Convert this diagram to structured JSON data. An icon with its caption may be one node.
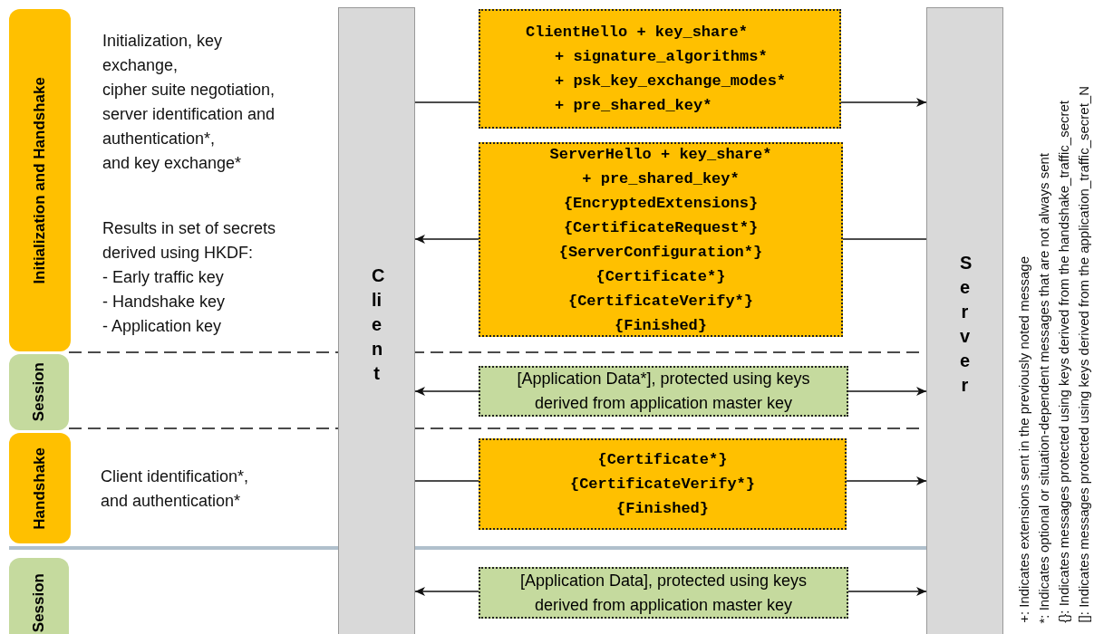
{
  "diagram": {
    "nodes": [
      {
        "text": [
          "Initialization and Handshake"
        ]
      },
      {
        "text": [
          "Session"
        ]
      },
      {
        "text": [
          "Handshake"
        ]
      },
      {
        "text": [
          "Session"
        ]
      },
      {
        "text": [
          "Client"
        ]
      },
      {
        "text": [
          "Server"
        ]
      },
      {
        "text": [
          "ClientHello + key_share*",
          "+ signature_algorithms*",
          "+ psk_key_exchange_modes*",
          "+ pre_shared_key*"
        ]
      },
      {
        "text": [
          "ServerHello + key_share*",
          "+ pre_shared_key*",
          "{EncryptedExtensions}",
          "{CertificateRequest*}",
          "{ServerConfiguration*}",
          "{Certificate*}",
          "{CertificateVerify*}",
          "{Finished}"
        ]
      },
      {
        "text": [
          "[Application Data*], protected using keys derived from application master key"
        ]
      },
      {
        "text": [
          "{Certificate*}",
          "{CertificateVerify*}",
          "{Finished}"
        ]
      },
      {
        "text": [
          "[Application Data], protected using keys derived from application master key"
        ]
      }
    ],
    "edges": [
      {
        "from": 4,
        "to": 6,
        "arrow": "none"
      },
      {
        "from": 6,
        "to": 5,
        "arrow": "to"
      },
      {
        "from": 5,
        "to": 7,
        "arrow": "none"
      },
      {
        "from": 7,
        "to": 4,
        "arrow": "to"
      },
      {
        "from": 8,
        "to": 4,
        "arrow": "to"
      },
      {
        "from": 8,
        "to": 5,
        "arrow": "to"
      },
      {
        "from": 4,
        "to": 9,
        "arrow": "none"
      },
      {
        "from": 9,
        "to": 5,
        "arrow": "to"
      },
      {
        "from": 10,
        "to": 4,
        "arrow": "to"
      },
      {
        "from": 10,
        "to": 5,
        "arrow": "to"
      }
    ],
    "labels": [
      "Initialization, key exchange,",
      "cipher suite negotiation,",
      "server identification and authentication*,",
      "and key exchange*",
      "Results in set of secrets derived using HKDF:",
      "- Early traffic key",
      "- Handshake key",
      "- Application key",
      "Client identification*,",
      "and authentication*",
      "+: Indicates extensions sent in the previously noted message",
      "*: Indicates optional or situation-dependent messages that are not always sent",
      "{}: Indicates messages protected using keys derived from the handshake_traffic_secret",
      "[]: Indicates messages protected using keys derived from the application_traffic_secret_N"
    ]
  }
}
